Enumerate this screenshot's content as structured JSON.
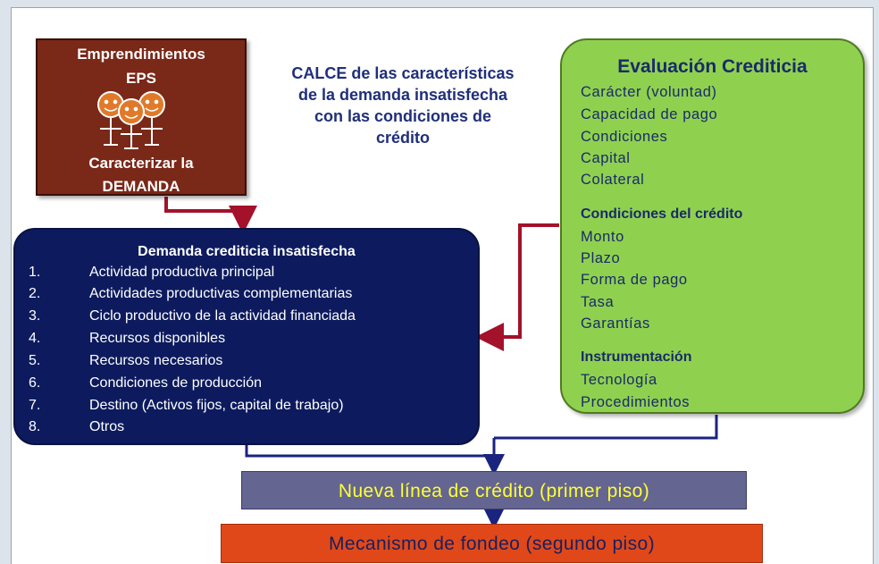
{
  "eps_box": {
    "line1": "Emprendimientos",
    "line2": "EPS",
    "line3": "Caracterizar la",
    "line4": "DEMANDA"
  },
  "calce_text": {
    "line1": "CALCE de las características",
    "line2": "de la demanda insatisfecha",
    "line3": "con las condiciones  de",
    "line4": "crédito"
  },
  "evaluacion": {
    "title": "Evaluación Crediticia",
    "items": [
      "Carácter (voluntad)",
      "Capacidad de pago",
      "Condiciones",
      "Capital",
      "Colateral"
    ],
    "condiciones_title": "Condiciones  del crédito",
    "condiciones_items": [
      "Monto",
      "Plazo",
      "Forma de pago",
      "Tasa",
      "Garantías"
    ],
    "instrumentacion_title": "Instrumentación",
    "instrumentacion_items": [
      "Tecnología",
      "Procedimientos"
    ]
  },
  "demanda": {
    "title": "Demanda crediticia insatisfecha",
    "items": [
      {
        "num": "1.",
        "text": "Actividad productiva principal"
      },
      {
        "num": "2.",
        "text": "Actividades productivas complementarias"
      },
      {
        "num": "3.",
        "text": "Ciclo  productivo de la actividad financiada"
      },
      {
        "num": "4.",
        "text": "Recursos disponibles"
      },
      {
        "num": "5.",
        "text": "Recursos necesarios"
      },
      {
        "num": "6.",
        "text": "Condiciones de producción"
      },
      {
        "num": "7.",
        "text": "Destino (Activos fijos, capital de trabajo)"
      },
      {
        "num": "8.",
        "text": "Otros"
      }
    ]
  },
  "nueva_linea": "Nueva línea de crédito (primer piso)",
  "mecanismo": "Mecanismo de fondeo (segundo piso)",
  "colors": {
    "eps_fill": "#7a2818",
    "evaluacion_fill": "#8fd14f",
    "demanda_fill": "#0d1b5e",
    "nueva_fill": "#646591",
    "mecanismo_fill": "#e0481a",
    "arrow_red": "#a3122a",
    "arrow_blue": "#1a237e"
  },
  "icons": [
    "people-group-icon"
  ]
}
